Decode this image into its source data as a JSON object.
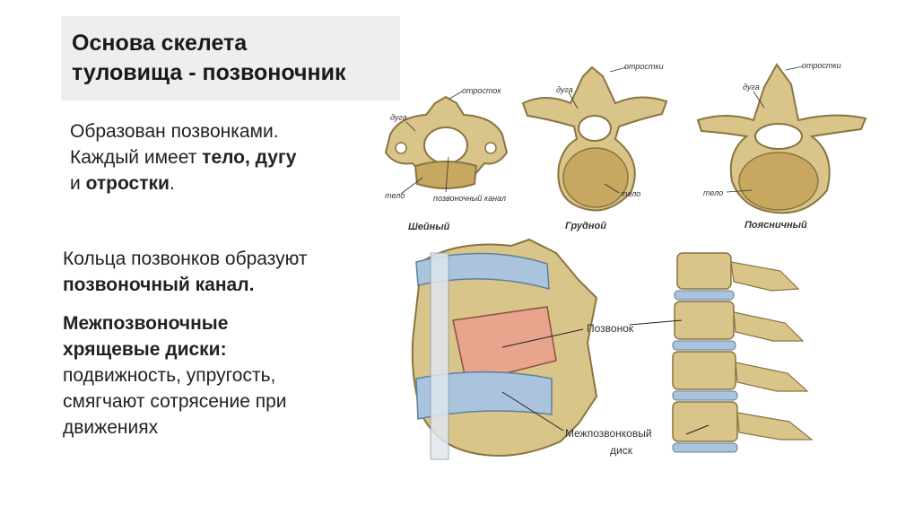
{
  "title": {
    "line1": "Основа скелета",
    "line2": "туловища - позвоночник"
  },
  "paragraph1": {
    "line1": "Образован позвонками.",
    "line2_plain": "Каждый имеет ",
    "line2_bold": "тело, дугу",
    "line3_plain": "и ",
    "line3_bold": "отростки",
    "line3_end": "."
  },
  "paragraph2": {
    "line1": "Кольца позвонков образуют",
    "line2_bold": "позвоночный канал."
  },
  "paragraph3": {
    "line1_bold": "Межпозвоночные",
    "line2_bold": "хрящевые диски:",
    "line3": "подвижность, упругость,",
    "line4": "смягчают сотрясение при",
    "line5": "движениях"
  },
  "figure_cervical": {
    "label_process": "отросток",
    "label_arch": "дуга",
    "label_body": "тело",
    "label_canal": "позвоночный канал",
    "caption": "Шейный"
  },
  "figure_thoracic": {
    "label_processes": "отростки",
    "label_arch": "дуга",
    "label_body": "тело",
    "caption": "Грудной"
  },
  "figure_lumbar": {
    "label_processes": "отростки",
    "label_arch": "дуга",
    "label_body": "тело",
    "caption": "Поясничный"
  },
  "figure_spine": {
    "label_vertebra": "Позвонок",
    "label_disc_line1": "Межпозвонковый",
    "label_disc_line2": "диск"
  },
  "colors": {
    "bone": "#d9c48a",
    "bone_dark": "#8a7440",
    "disc": "#a9c4dc",
    "marrow": "#e8a48c",
    "title_bg": "#eeeeee"
  }
}
